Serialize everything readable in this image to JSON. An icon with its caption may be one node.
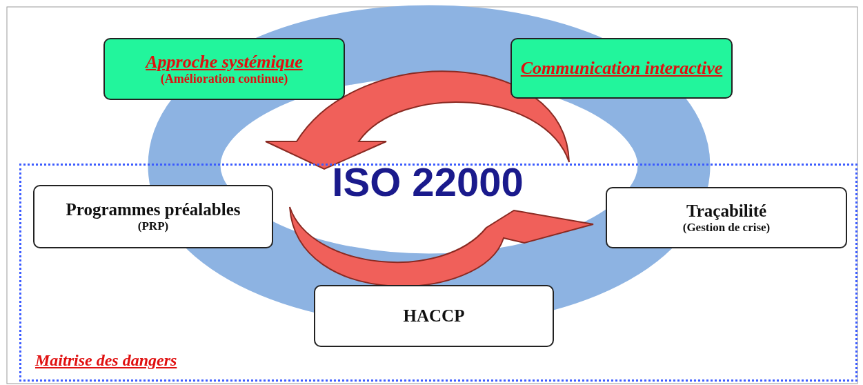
{
  "diagram": {
    "nodes": [
      {
        "text": [
          "Approche systémique",
          "(Amélioration continue)"
        ]
      },
      {
        "text": [
          "Communication interactive"
        ]
      },
      {
        "text": [
          "Maitrise des dangers"
        ]
      },
      {
        "text": [
          "Programmes préalables",
          "(PRP)"
        ],
        "in": 2
      },
      {
        "text": [
          "Traçabilité",
          "(Gestion de crise)"
        ],
        "in": 2
      },
      {
        "text": [
          "HACCP"
        ],
        "in": 2
      }
    ],
    "labels": [
      "ISO 22000"
    ]
  }
}
